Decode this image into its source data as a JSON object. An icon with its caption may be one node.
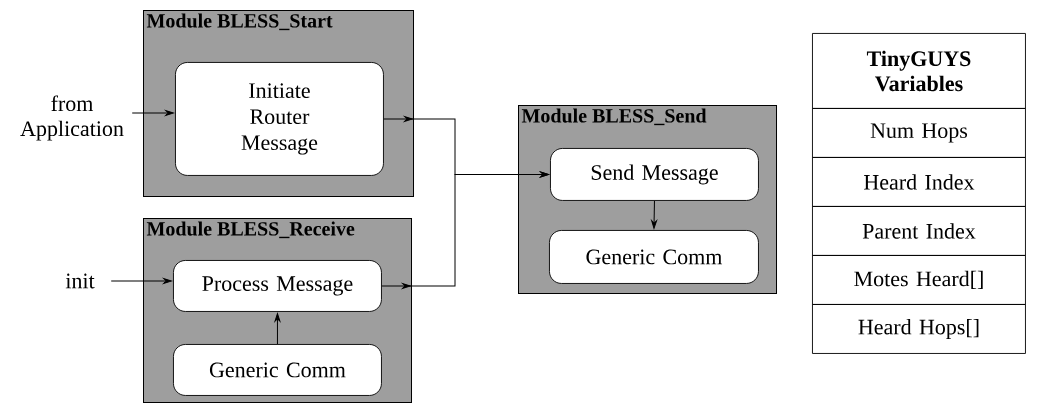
{
  "diagram": {
    "nodes": [
      {
        "text": [
          "Module BLESS_Start"
        ]
      },
      {
        "text": [
          "Initiate Router Message"
        ],
        "in": 0
      },
      {
        "text": [
          "Module BLESS_Receive"
        ]
      },
      {
        "text": [
          "Process Message"
        ],
        "in": 2
      },
      {
        "text": [
          "Generic Comm"
        ],
        "in": 2
      },
      {
        "text": [
          "Module BLESS_Send"
        ]
      },
      {
        "text": [
          "Send Message"
        ],
        "in": 5
      },
      {
        "text": [
          "Generic Comm"
        ],
        "in": 5
      },
      {
        "text": [
          "from Application"
        ]
      },
      {
        "text": [
          "init"
        ]
      }
    ],
    "edges": [
      {
        "from": 8,
        "to": 1,
        "arrow": "to"
      },
      {
        "from": 9,
        "to": 3,
        "arrow": "to"
      },
      {
        "from": 1,
        "to": 6,
        "arrow": "to"
      },
      {
        "from": 3,
        "to": 6,
        "arrow": "to"
      },
      {
        "from": 4,
        "to": 3,
        "arrow": "to"
      },
      {
        "from": 6,
        "to": 7,
        "arrow": "to"
      }
    ],
    "labels": [
      "TinyGUYS Variables",
      "Num Hops",
      "Heard Index",
      "Parent Index",
      "Motes Heard[]",
      "Heard Hops[]"
    ]
  }
}
